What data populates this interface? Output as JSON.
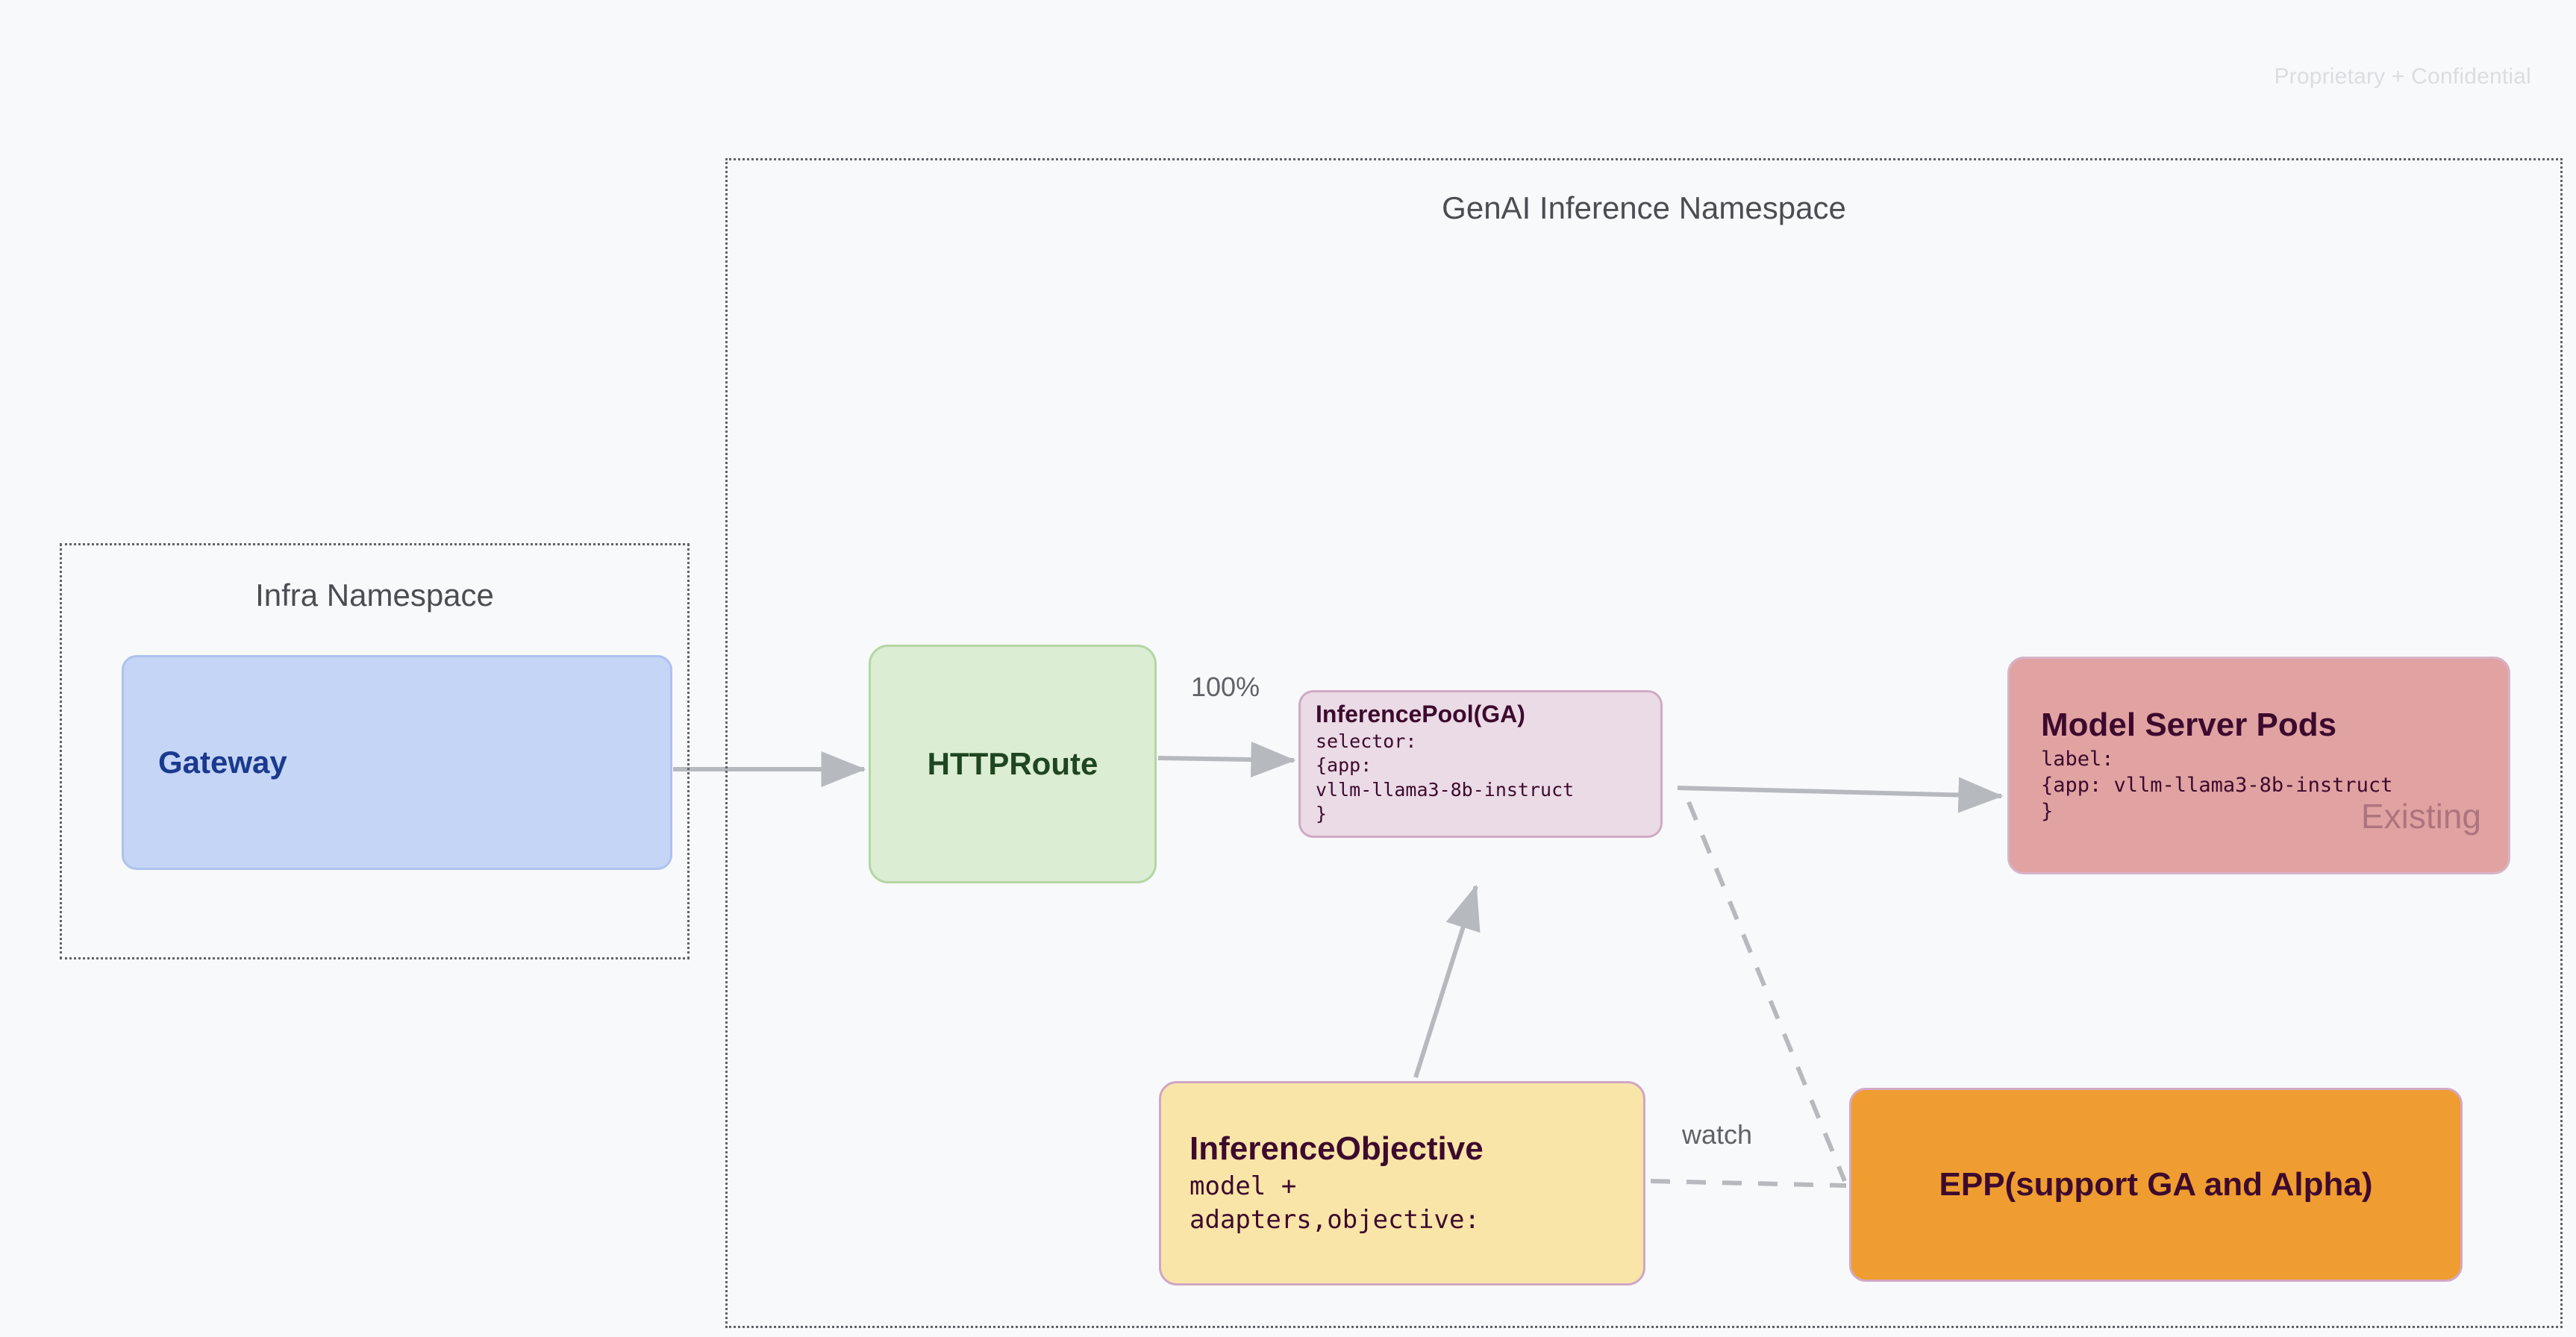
{
  "slide": {
    "watermark": "Proprietary + Confidential",
    "background_color": "#f8f9fb"
  },
  "namespaces": [
    {
      "id": "genai",
      "title": "GenAI Inference Namespace",
      "border_color": "#5f6368"
    },
    {
      "id": "infra",
      "title": "Infra Namespace",
      "border_color": "#5f6368"
    }
  ],
  "nodes": {
    "gateway": {
      "title": "Gateway",
      "fill": "#c5d5f5",
      "text_color": "#1a3a8f"
    },
    "httproute": {
      "title": "HTTPRoute",
      "fill": "#dbedd2",
      "text_color": "#1e4620"
    },
    "inferencepool": {
      "title": "InferencePool(GA)",
      "sub": "selector:\n{app:\nvllm-llama3-8b-instruct\n}",
      "fill": "#eadbe6",
      "text_color": "#3d0a2e"
    },
    "modelserverpods": {
      "title": "Model Server Pods",
      "sub": "label:\n{app: vllm-llama3-8b-instruct\n}",
      "tag": "Existing",
      "fill": "#e0a3a2",
      "text_color": "#3d0a2e"
    },
    "inferenceobjective": {
      "title": "InferenceObjective",
      "sub": "model +\nadapters,objective:",
      "fill": "#fae5a8",
      "text_color": "#3d0a2e"
    },
    "epp": {
      "title": "EPP(support GA and Alpha)",
      "fill": "#ef9d30",
      "text_color": "#3d0a2e"
    }
  },
  "edges": {
    "gateway_to_httproute": {
      "label": "",
      "style": "solid-arrow"
    },
    "httproute_to_inferencepool": {
      "label": "100%",
      "style": "solid-arrow"
    },
    "inferencepool_to_modelserverpods": {
      "label": "",
      "style": "solid-arrow"
    },
    "inferenceobjective_to_inferencepool": {
      "label": "",
      "style": "solid-arrow"
    },
    "inferencepool_to_epp": {
      "label": "watch",
      "style": "dashed"
    },
    "inferenceobjective_to_epp": {
      "label": "",
      "style": "dashed"
    }
  }
}
